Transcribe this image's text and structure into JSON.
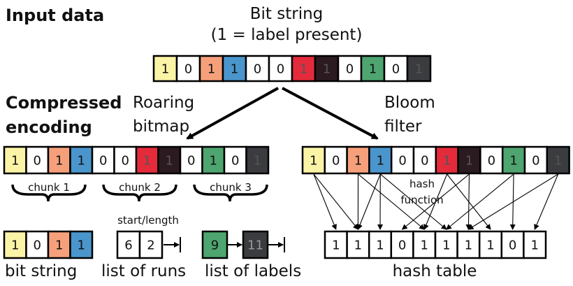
{
  "labels": {
    "input_data": "Input data",
    "bit_string_title_1": "Bit string",
    "bit_string_title_2": "(1 = label present)",
    "compressed_1": "Compressed",
    "compressed_2": "encoding",
    "roaring_1": "Roaring",
    "roaring_2": "bitmap",
    "bloom_1": "Bloom",
    "bloom_2": "filter",
    "chunk_1": "chunk 1",
    "chunk_2": "chunk 2",
    "chunk_3": "chunk 3",
    "hash_fn_1": "hash",
    "hash_fn_2": "function",
    "start_length": "start/length",
    "bit_string_caption": "bit string",
    "list_of_runs_caption": "list of runs",
    "list_of_labels_caption": "list of labels",
    "hash_table_caption": "hash table"
  },
  "input_bits": [
    "1",
    "0",
    "1",
    "1",
    "0",
    "0",
    "1",
    "1",
    "0",
    "1",
    "0",
    "1"
  ],
  "input_colors": [
    "#fbf3a6",
    "#ffffff",
    "#f6a07b",
    "#4a95cc",
    "#ffffff",
    "#ffffff",
    "#e42b3b",
    "#2b1a1f",
    "#ffffff",
    "#4ea56f",
    "#ffffff",
    "#3b3c40"
  ],
  "roaring_bits": [
    "1",
    "0",
    "1",
    "1",
    "0",
    "0",
    "1",
    "1",
    "0",
    "1",
    "0",
    "1"
  ],
  "bloom_bits": [
    "1",
    "0",
    "1",
    "1",
    "0",
    "0",
    "1",
    "1",
    "0",
    "1",
    "0",
    "1"
  ],
  "example_bit_string": [
    "1",
    "0",
    "1",
    "1"
  ],
  "example_bit_colors": [
    "#fbf3a6",
    "#ffffff",
    "#f6a07b",
    "#4a95cc"
  ],
  "runs": [
    "6",
    "2"
  ],
  "label_list": [
    {
      "value": "9",
      "color": "#4ea56f"
    },
    {
      "value": "11",
      "color": "#3b3c40"
    }
  ],
  "hash_table": [
    "1",
    "1",
    "1",
    "0",
    "1",
    "1",
    "1",
    "1",
    "0",
    "1"
  ],
  "hash_edges": [
    [
      0,
      0
    ],
    [
      0,
      1
    ],
    [
      2,
      1
    ],
    [
      2,
      4
    ],
    [
      3,
      1
    ],
    [
      3,
      2
    ],
    [
      3,
      5
    ],
    [
      6,
      4
    ],
    [
      6,
      7
    ],
    [
      7,
      3
    ],
    [
      7,
      6
    ],
    [
      9,
      5
    ],
    [
      9,
      8
    ],
    [
      11,
      6
    ],
    [
      11,
      9
    ]
  ]
}
